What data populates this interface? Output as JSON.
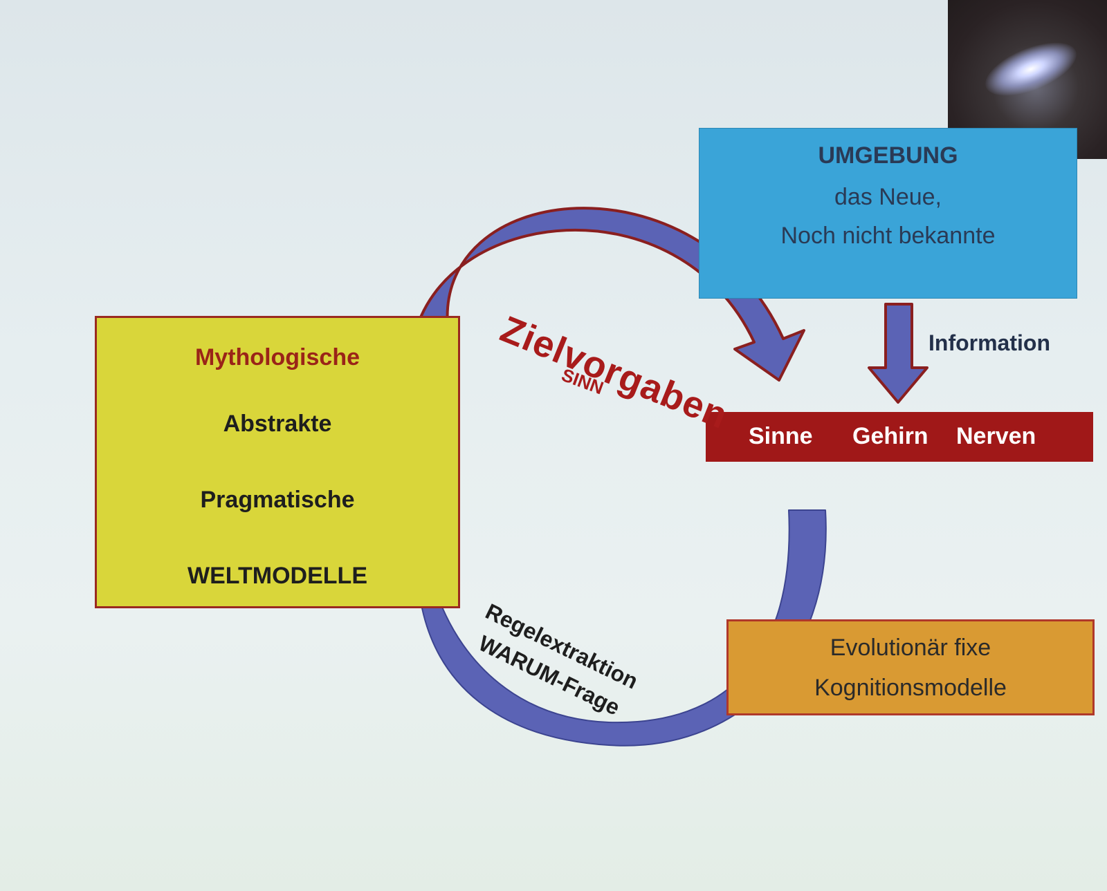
{
  "umgebung": {
    "title": "UMGEBUNG",
    "line1": "das Neue,",
    "line2": "Noch nicht bekannte"
  },
  "information_label": "Information",
  "sinne_bar": {
    "sinne": "Sinne",
    "gehirn": "Gehirn",
    "nerven": "Nerven"
  },
  "weltmodelle_box": {
    "line1": "Mythologische",
    "line2": "Abstrakte",
    "line3": "Pragmatische",
    "line4": "WELTMODELLE"
  },
  "zielvorgaben_label": "Zielvorgaben",
  "sinn_label": "SINN",
  "regelextraktion_label": "Regelextraktion",
  "warum_label": "WARUM-Frage",
  "evolution_box": {
    "line1": "Evolutionär fixe",
    "line2": "Kognitionsmodelle"
  },
  "colors": {
    "umgebung_fill": "#3aa4d8",
    "sinne_fill": "#a01818",
    "weltmodelle_fill": "#d9d63a",
    "evolution_fill": "#d99a33",
    "arrow_fill": "#5b63b5",
    "arrow_outline": "#8a1f1f",
    "accent_red": "#a81b1b"
  },
  "icons": [
    "galaxy-image",
    "curved-arrow",
    "down-arrow"
  ]
}
